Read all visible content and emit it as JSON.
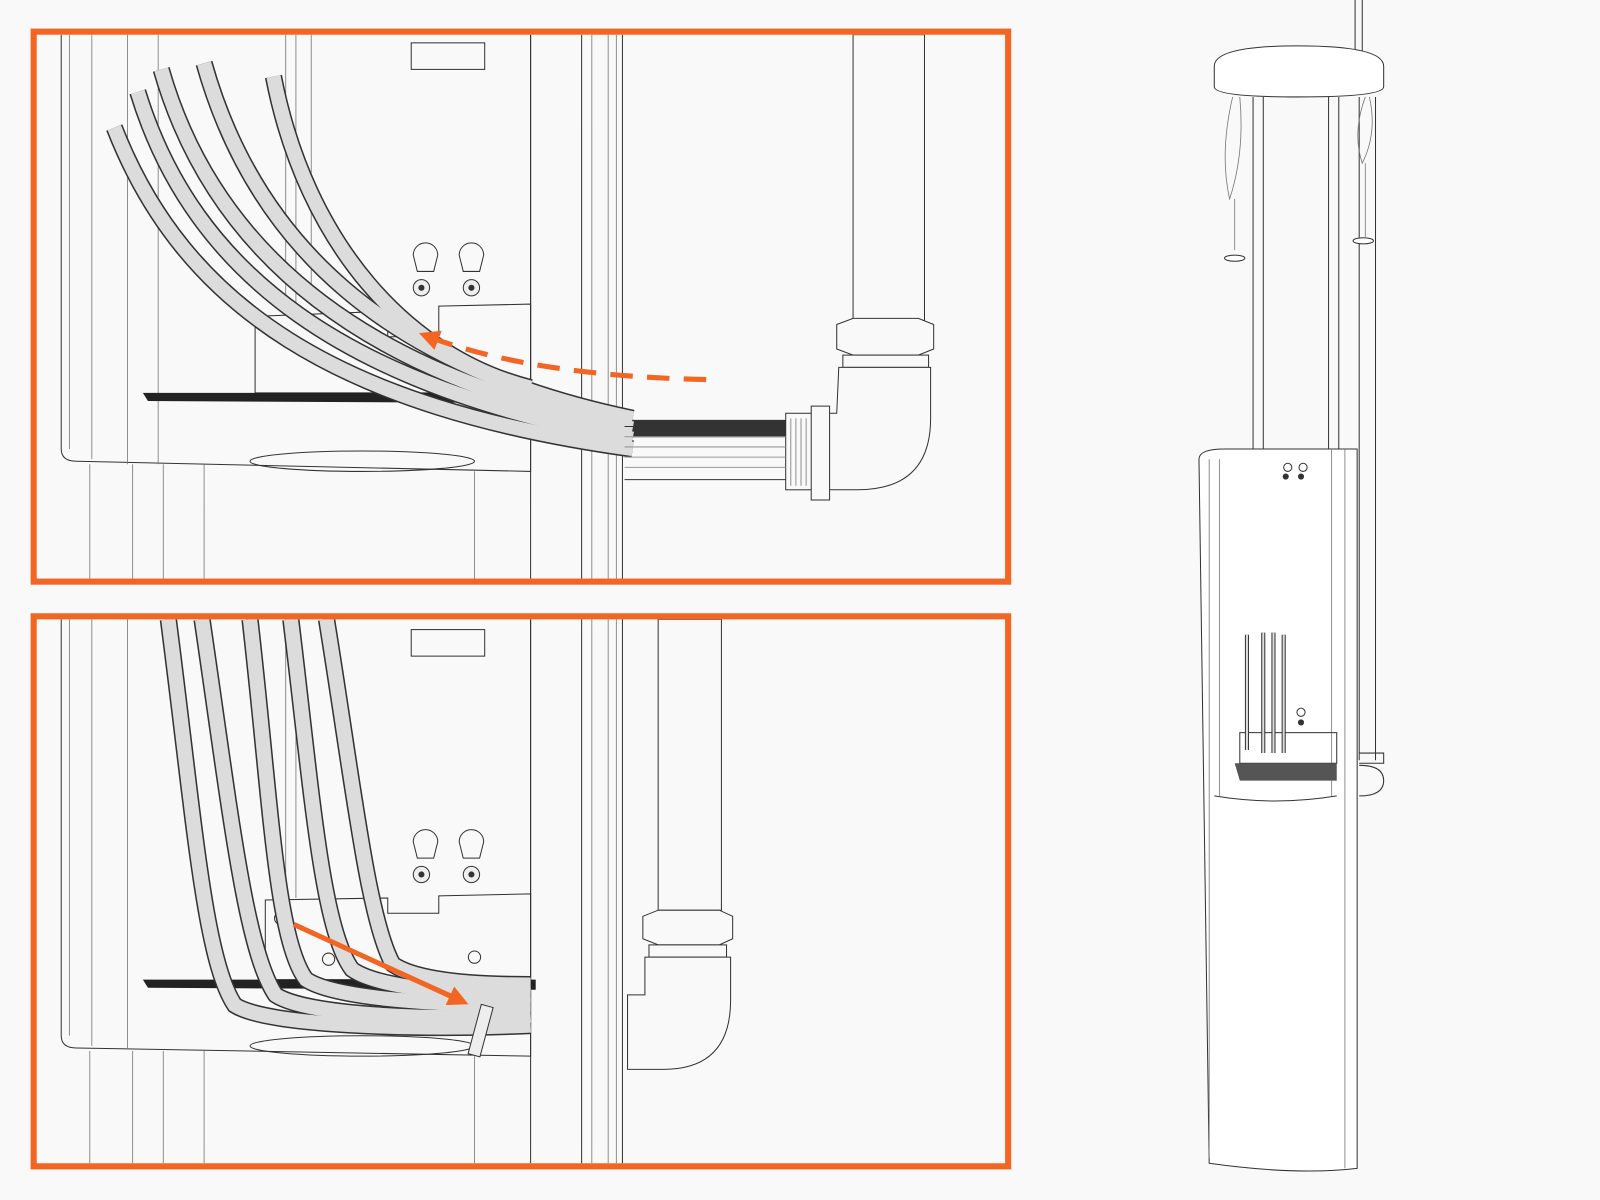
{
  "colors": {
    "background": "#f9f9f9",
    "accent": "#f26522",
    "line": "#333333",
    "cable_fill": "#dddddd",
    "gasket": "#222222"
  },
  "panels": [
    {
      "id": "step-1",
      "arrow_style": "dashed"
    },
    {
      "id": "step-2",
      "arrow_style": "solid"
    }
  ]
}
